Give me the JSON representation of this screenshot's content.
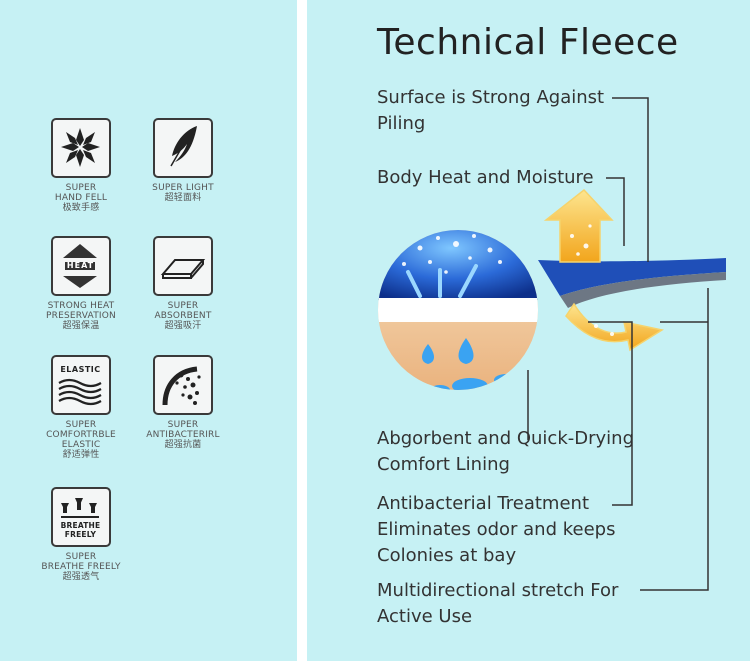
{
  "title": "Technical Fleece",
  "features": [
    {
      "icon": "snowflake-icon",
      "label": "SUPER\nHAND FELL",
      "cn": "极致手感"
    },
    {
      "icon": "feather-icon",
      "label": "SUPER LIGHT",
      "cn": "超轻面料"
    },
    {
      "icon": "heat-icon",
      "label": "STRONG HEAT\nPRESERVATION",
      "cn": "超强保温"
    },
    {
      "icon": "absorbent-pad-icon",
      "label": "SUPER\nABSORBENT",
      "cn": "超强吸汗"
    },
    {
      "icon": "elastic-waves-icon",
      "label": "SUPER\nCOMFORTRBLE\nELASTIC",
      "cn": "舒适弹性"
    },
    {
      "icon": "antibacterial-icon",
      "label": "SUPER\nANTIBACTERIRL",
      "cn": "超强抗菌"
    },
    {
      "icon": "breathe-arrows-icon",
      "label": "SUPER\nBREATHE FREELY",
      "cn": "超强透气"
    }
  ],
  "icon_text": {
    "heat": "HEAT",
    "elastic": "ELASTIC",
    "breathe": "BREATHE\nFREELY"
  },
  "descriptions": {
    "surface": "Surface is Strong Against\nPiling",
    "heat_moisture": "Body Heat and Moisture",
    "absorbent": "Abgorbent and Quick-Drying\nComfort Lining",
    "antibacterial": "Antibacterial Treatment\nEliminates odor and keeps\nColonies at bay",
    "stretch": "Multidirectional stretch For\nActive Use"
  },
  "colors": {
    "background": "#c6f1f4",
    "divider": "#ffffff",
    "fabric_blue": "#1f4fb8",
    "layer_gray": "#6d7784",
    "warm_arrow": "#f6b93b",
    "skin": "#f3d3a8"
  }
}
